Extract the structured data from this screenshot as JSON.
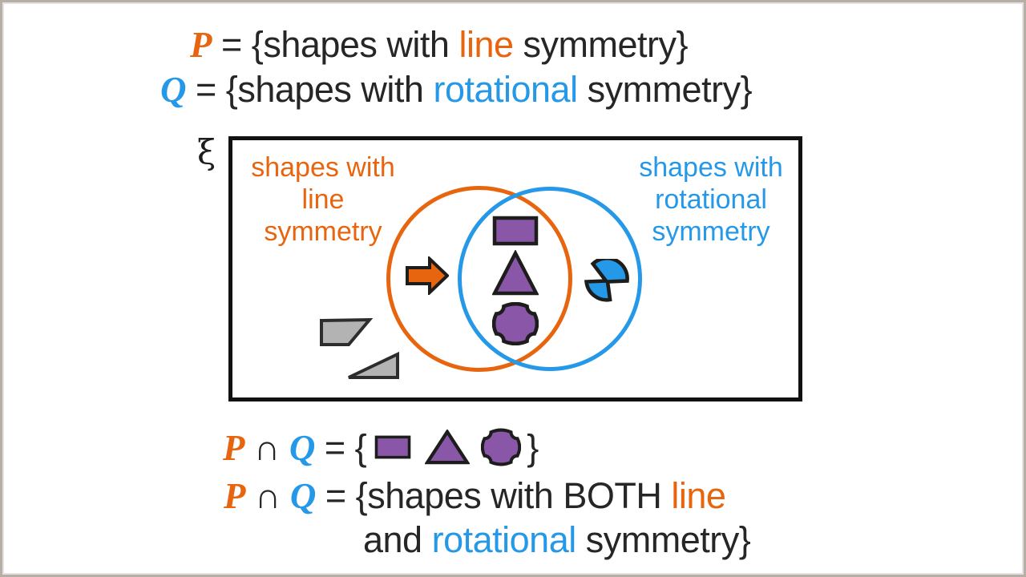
{
  "colors": {
    "orange": "#e8650f",
    "blue": "#2599e8",
    "purple": "#8a57a8",
    "gray": "#b3b3b3",
    "text_black": "#262626",
    "outline_black": "#1d1d1b",
    "frame_border": "#b5afa7"
  },
  "set_definitions": {
    "p_line": {
      "symbol": "P",
      "middle": " = {shapes with ",
      "highlight": "line",
      "end": " symmetry}"
    },
    "q_line": {
      "symbol": "Q",
      "middle": " = {shapes with ",
      "highlight": "rotational",
      "end": " symmetry}"
    }
  },
  "venn": {
    "universal_set_symbol": "ξ",
    "left_circle_label": [
      "shapes with",
      "line",
      "symmetry"
    ],
    "right_circle_label": [
      "shapes with",
      "rotational",
      "symmetry"
    ],
    "left_only_shapes": [
      "orange-arrow"
    ],
    "intersection_shapes": [
      "purple-rectangle",
      "purple-triangle",
      "purple-quatrefoil"
    ],
    "right_only_shapes": [
      "blue-pinwheel"
    ],
    "outside_shapes": [
      "gray-trapezoid",
      "gray-right-triangle"
    ]
  },
  "conclusion": {
    "line1": {
      "p": "P",
      "intersect": "∩",
      "q": "Q",
      "equals": " = {",
      "close": "}"
    },
    "line2": {
      "p": "P",
      "intersect": "∩",
      "q": "Q",
      "middle": " = {shapes with BOTH ",
      "highlight": "line"
    },
    "line3": {
      "start": "and ",
      "highlight": "rotational",
      "end": " symmetry}"
    }
  }
}
